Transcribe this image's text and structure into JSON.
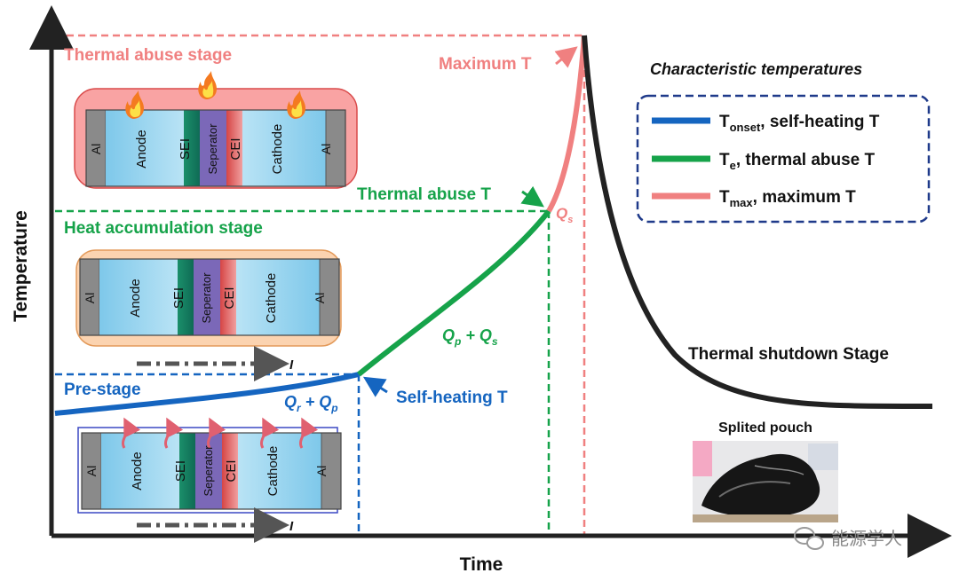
{
  "axes": {
    "x_label": "Time",
    "y_label": "Temperature"
  },
  "stages": {
    "thermal_abuse": "Thermal abuse stage",
    "heat_accumulation": "Heat accumulation stage",
    "pre_stage": "Pre-stage",
    "shutdown": "Thermal shutdown Stage"
  },
  "points": {
    "maximum": "Maximum T",
    "thermal_abuse": "Thermal abuse T",
    "self_heating": "Self-heating T"
  },
  "heat_terms": {
    "pre": {
      "q1": "Q",
      "s1": "r",
      "plus": " + ",
      "q2": "Q",
      "s2": "p"
    },
    "accum": {
      "q1": "Q",
      "s1": "p",
      "plus": " + ",
      "q2": "Q",
      "s2": "s"
    },
    "abuse": {
      "q1": "Q",
      "s1": "s"
    }
  },
  "cell_layers": {
    "al": "Al",
    "anode": "Anode",
    "sei": "SEI",
    "separator": "Seperator",
    "cei": "CEI",
    "cathode": "Cathode"
  },
  "current_label": "I",
  "legend": {
    "title": "Characteristic temperatures",
    "items": [
      {
        "base": "T",
        "sub": "onset",
        "rest": ", self-heating T",
        "color": "#1565c0"
      },
      {
        "base": "T",
        "sub": "e",
        "rest": ", thermal abuse T",
        "color": "#16a34a"
      },
      {
        "base": "T",
        "sub": "max",
        "rest": ", maximum T",
        "color": "#f08080"
      }
    ]
  },
  "photo_caption": "Splited pouch",
  "watermark": "能源学人",
  "colors": {
    "pre": "#1565c0",
    "accum": "#16a34a",
    "abuse": "#f08080",
    "shutdown": "#222222",
    "legend_border": "#1f3a8a"
  }
}
